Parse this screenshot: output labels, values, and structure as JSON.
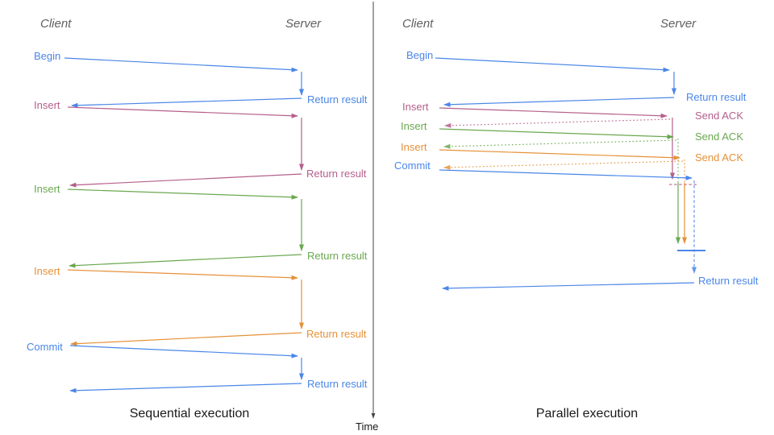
{
  "colors": {
    "blue": "#4a86e8",
    "magenta": "#b55f8c",
    "green": "#6aa84f",
    "orange": "#e69138",
    "axis": "#444444",
    "header_text": "#5f5f5f",
    "caption_text": "#1a1a1a"
  },
  "time_axis": {
    "label": "Time"
  },
  "left_diagram": {
    "caption": "Sequential execution",
    "client_header": "Client",
    "server_header": "Server",
    "operations": [
      {
        "request": "Begin",
        "response": "Return result",
        "color": "blue"
      },
      {
        "request": "Insert",
        "response": "Return result",
        "color": "magenta"
      },
      {
        "request": "Insert",
        "response": "Return result",
        "color": "green"
      },
      {
        "request": "Insert",
        "response": "Return result",
        "color": "orange"
      },
      {
        "request": "Commit",
        "response": "Return result",
        "color": "blue"
      }
    ]
  },
  "right_diagram": {
    "caption": "Parallel execution",
    "client_header": "Client",
    "server_header": "Server",
    "operations": [
      {
        "request": "Begin",
        "response": "Return result",
        "color": "blue"
      },
      {
        "request": "Insert",
        "response": "Send ACK",
        "color": "magenta"
      },
      {
        "request": "Insert",
        "response": "Send ACK",
        "color": "green"
      },
      {
        "request": "Insert",
        "response": "Send ACK",
        "color": "orange"
      },
      {
        "request": "Commit",
        "response": "",
        "color": "blue"
      }
    ],
    "final_response": "Return result"
  }
}
